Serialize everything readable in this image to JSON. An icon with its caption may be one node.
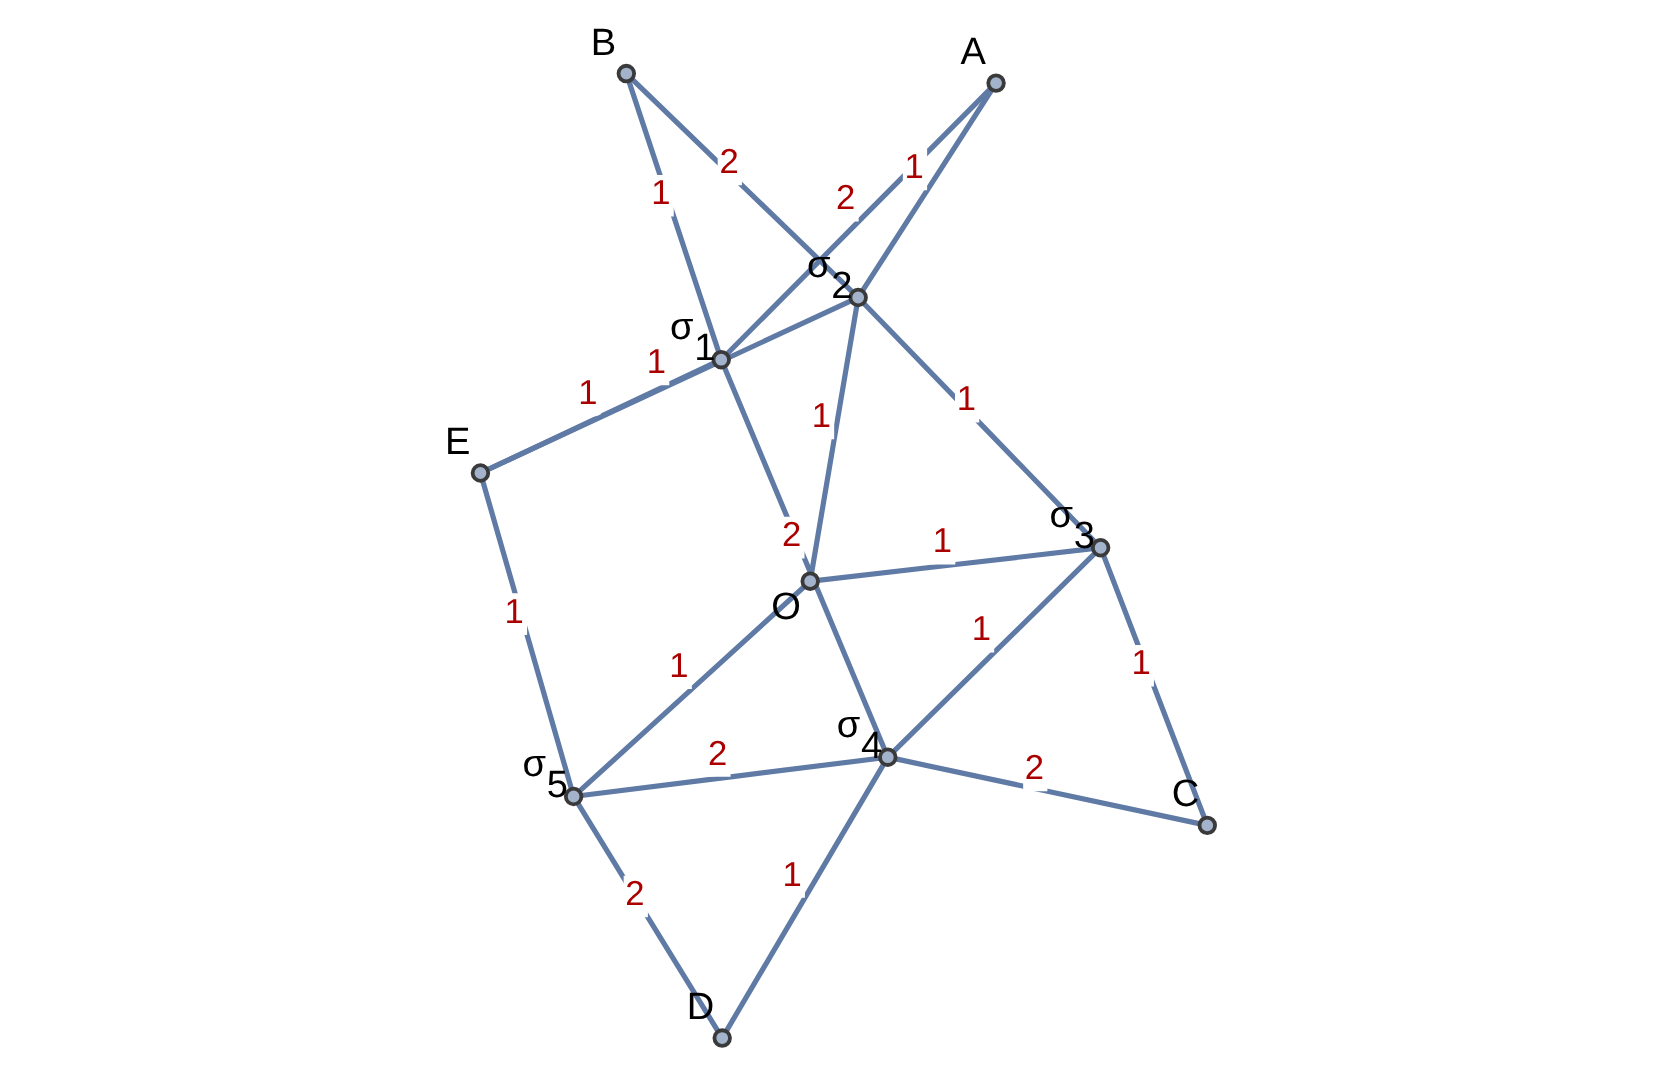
{
  "diagram": {
    "nodes": [
      {
        "text": [],
        "shape": "circle",
        "beside": [
          "E"
        ]
      },
      {
        "text": [],
        "shape": "circle",
        "beside": [
          "σ$_{5}$"
        ]
      },
      {
        "text": [],
        "shape": "circle",
        "beside": [
          "D"
        ]
      },
      {
        "text": [],
        "shape": "circle",
        "beside": [
          "A"
        ]
      },
      {
        "text": [],
        "shape": "circle",
        "beside": [
          "σ$_{1}$"
        ]
      },
      {
        "text": [],
        "shape": "circle",
        "beside": [
          "σ$_{4}$"
        ]
      },
      {
        "text": [],
        "shape": "circle",
        "beside": [
          "O"
        ]
      },
      {
        "text": [],
        "shape": "circle",
        "beside": [
          "σ$_{2}$"
        ]
      },
      {
        "text": [],
        "shape": "circle",
        "beside": [
          "B"
        ]
      },
      {
        "text": [],
        "shape": "circle",
        "beside": [
          "σ$_{3}$"
        ]
      },
      {
        "text": [],
        "shape": "circle",
        "beside": [
          "C"
        ]
      }
    ],
    "edges": [
      {
        "from": 0,
        "to": 1,
        "arrow": "none",
        "label": "1"
      },
      {
        "from": 1,
        "to": 2,
        "arrow": "none",
        "label": "2"
      },
      {
        "from": 3,
        "to": 4,
        "arrow": "none",
        "label": "2"
      },
      {
        "from": 0,
        "to": 4,
        "arrow": "none",
        "label": "1"
      },
      {
        "from": 0,
        "to": 7,
        "arrow": "none",
        "label": "1"
      },
      {
        "from": 1,
        "to": 6,
        "arrow": "none",
        "label": "1"
      },
      {
        "from": 1,
        "to": 5,
        "arrow": "none",
        "label": "2"
      },
      {
        "from": 2,
        "to": 5,
        "arrow": "none",
        "label": "1"
      },
      {
        "from": 4,
        "to": 5,
        "arrow": "none",
        "label": "2"
      },
      {
        "from": 3,
        "to": 7,
        "arrow": "none",
        "label": "1"
      },
      {
        "from": 8,
        "to": 4,
        "arrow": "none",
        "label": "1"
      },
      {
        "from": 7,
        "to": 6,
        "arrow": "none",
        "label": "1"
      },
      {
        "from": 8,
        "to": 7,
        "arrow": "none",
        "label": "2"
      },
      {
        "from": 7,
        "to": 9,
        "arrow": "none",
        "label": "1"
      },
      {
        "from": 6,
        "to": 9,
        "arrow": "none",
        "label": "1"
      },
      {
        "from": 5,
        "to": 9,
        "arrow": "none",
        "label": "1"
      },
      {
        "from": 5,
        "to": 10,
        "arrow": "none",
        "label": "2"
      },
      {
        "from": 9,
        "to": 10,
        "arrow": "none",
        "label": "1"
      }
    ]
  }
}
